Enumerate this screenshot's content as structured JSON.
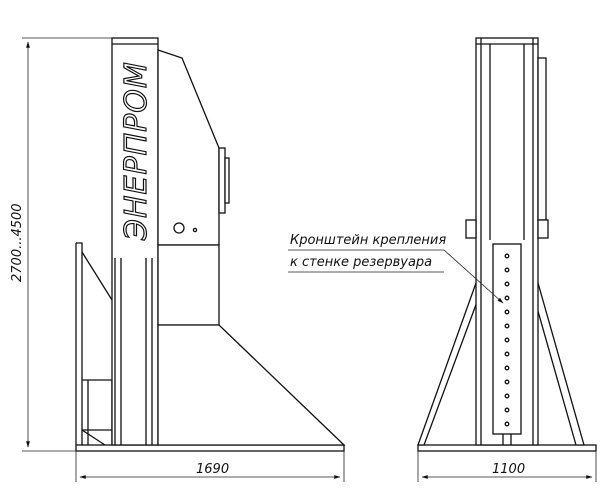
{
  "brand": {
    "logo": "ЭНЕРПРОМ"
  },
  "dimensions": {
    "height_range": "2700...4500",
    "side_width": "1690",
    "front_width": "1100"
  },
  "annotation": {
    "line1": "Кронштейн крепления",
    "line2": "к стенке резервуара"
  }
}
